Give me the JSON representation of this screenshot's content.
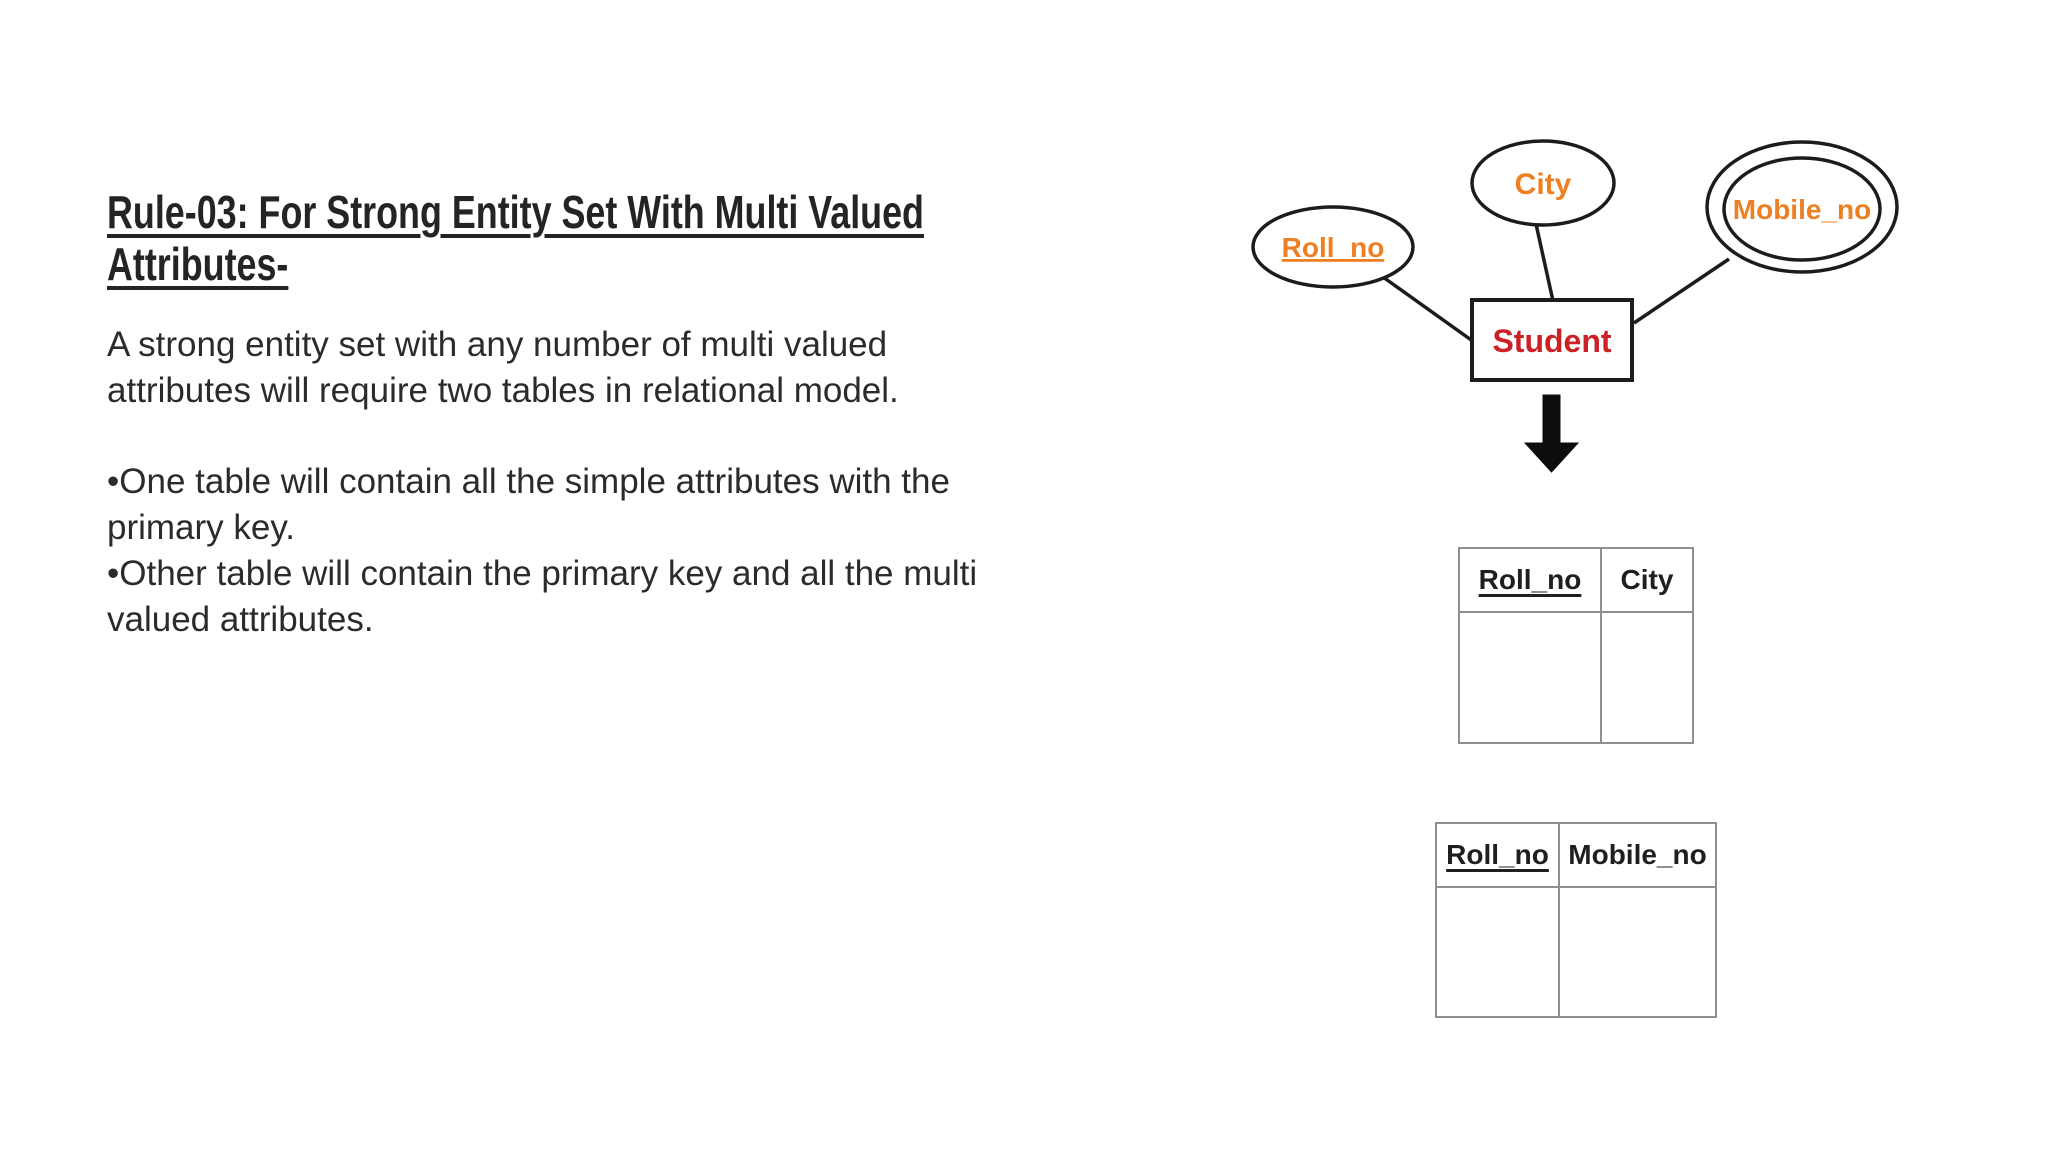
{
  "colors": {
    "orange_attribute_text": "#EE7F22",
    "red_entity_text": "#CB2026",
    "diagram_stroke": "#1c1c1c",
    "arrow_fill": "#0d0d0d",
    "table_border": "#8f8f8f",
    "heading_text": "#242424",
    "body_text": "#2b2b2b"
  },
  "content": {
    "heading": {
      "line1": "Rule-03: For Strong Entity Set With Multi Valued",
      "line2": "Attributes-"
    },
    "paragraph": {
      "line1": "A strong entity set with any number of multi valued",
      "line2": "attributes will require two tables in relational model."
    },
    "bullets": {
      "b1_line1": "•One table will contain all the simple attributes with the",
      "b1_line2": "primary key.",
      "b2_line1": "•Other table will contain the primary key and all the multi",
      "b2_line2": "valued attributes."
    }
  },
  "diagram": {
    "entity_label": "Student",
    "key_attribute_label": "Roll_no",
    "simple_attribute_label": "City",
    "multivalued_attribute_label": "Mobile_no"
  },
  "tables": {
    "city_table": {
      "col1": "Roll_no",
      "col2": "City"
    },
    "mobile_table": {
      "col1": "Roll_no",
      "col2": "Mobile_no"
    }
  }
}
